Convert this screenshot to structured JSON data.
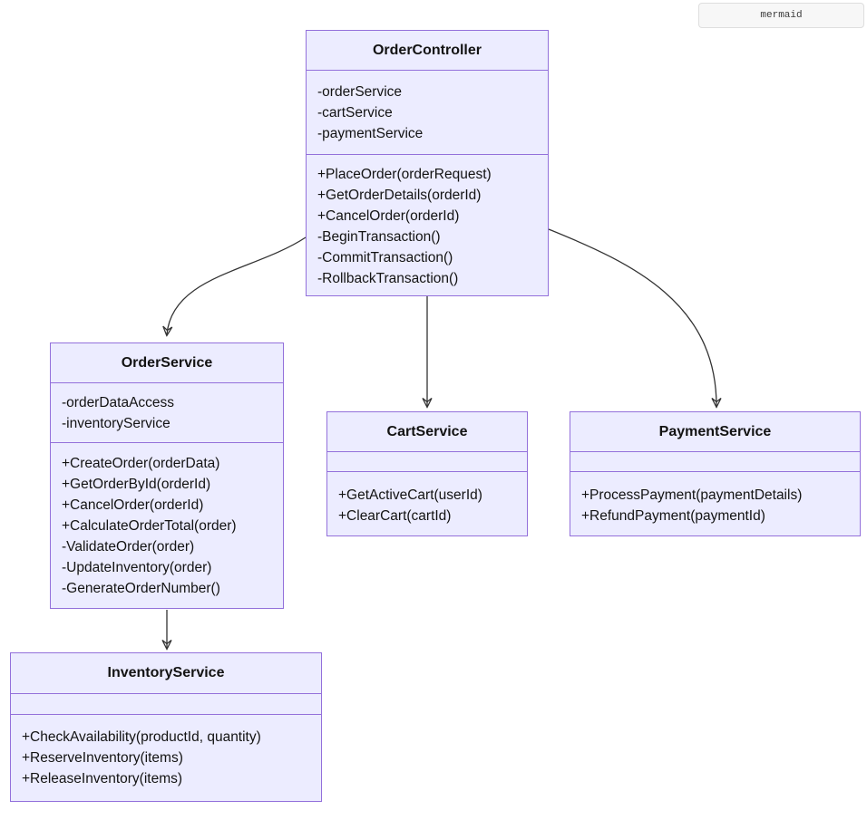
{
  "badge": {
    "label": "mermaid"
  },
  "diagram": {
    "type": "uml-class-diagram",
    "classes": [
      {
        "id": "ordercontroller",
        "name": "OrderController",
        "attributes": [
          "-orderService",
          "-cartService",
          "-paymentService"
        ],
        "methods": [
          "+PlaceOrder(orderRequest)",
          "+GetOrderDetails(orderId)",
          "+CancelOrder(orderId)",
          "-BeginTransaction()",
          "-CommitTransaction()",
          "-RollbackTransaction()"
        ]
      },
      {
        "id": "orderservice",
        "name": "OrderService",
        "attributes": [
          "-orderDataAccess",
          "-inventoryService"
        ],
        "methods": [
          "+CreateOrder(orderData)",
          "+GetOrderById(orderId)",
          "+CancelOrder(orderId)",
          "+CalculateOrderTotal(order)",
          "-ValidateOrder(order)",
          "-UpdateInventory(order)",
          "-GenerateOrderNumber()"
        ]
      },
      {
        "id": "cartservice",
        "name": "CartService",
        "attributes": [],
        "methods": [
          "+GetActiveCart(userId)",
          "+ClearCart(cartId)"
        ]
      },
      {
        "id": "paymentservice",
        "name": "PaymentService",
        "attributes": [],
        "methods": [
          "+ProcessPayment(paymentDetails)",
          "+RefundPayment(paymentId)"
        ]
      },
      {
        "id": "inventoryservice",
        "name": "InventoryService",
        "attributes": [],
        "methods": [
          "+CheckAvailability(productId, quantity)",
          "+ReserveInventory(items)",
          "+ReleaseInventory(items)"
        ]
      }
    ],
    "relations": [
      {
        "from": "OrderController",
        "to": "OrderService",
        "type": "dependency-arrow"
      },
      {
        "from": "OrderController",
        "to": "CartService",
        "type": "dependency-arrow"
      },
      {
        "from": "OrderController",
        "to": "PaymentService",
        "type": "dependency-arrow"
      },
      {
        "from": "OrderService",
        "to": "InventoryService",
        "type": "dependency-arrow"
      }
    ],
    "colors": {
      "node_fill": "#ECECFF",
      "node_border": "#9370DB",
      "edge": "#333333",
      "text": "#131313",
      "badge_bg": "#f7f7f7",
      "badge_border": "#dedede"
    }
  }
}
